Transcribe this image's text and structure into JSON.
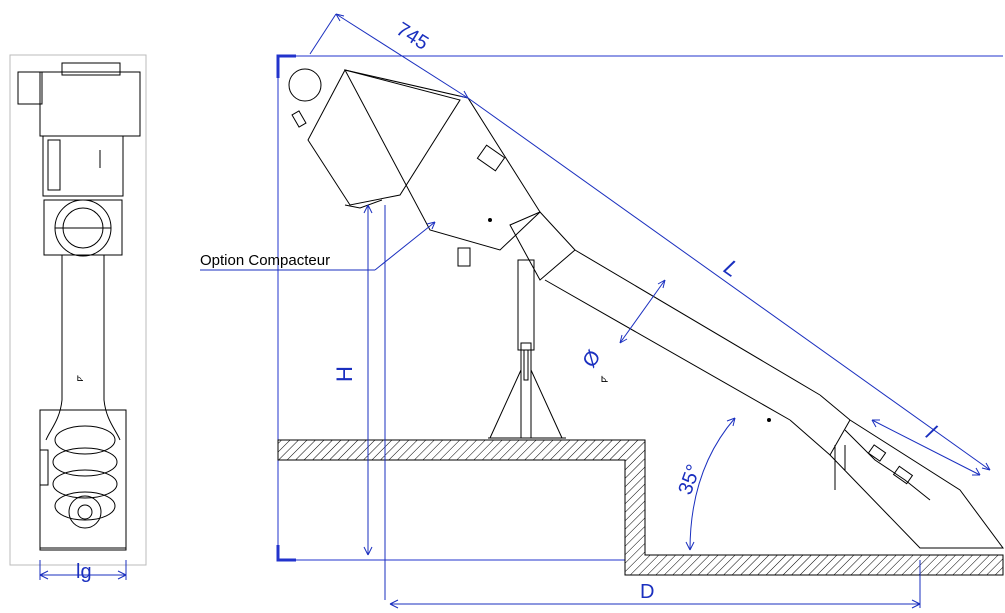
{
  "colors": {
    "drawing": "#000000",
    "dimension": "#1a2fbf",
    "frame": "#2233cc",
    "hatch": "#000000"
  },
  "labels": {
    "option_compacteur": "Option Compacteur"
  },
  "dimensions": {
    "width_745": "745",
    "length_L": "L",
    "diameter": "Ø",
    "height_H": "H",
    "angle": "35°",
    "short_length_l": "l",
    "distance_D": "D",
    "width_lg": "lg"
  }
}
